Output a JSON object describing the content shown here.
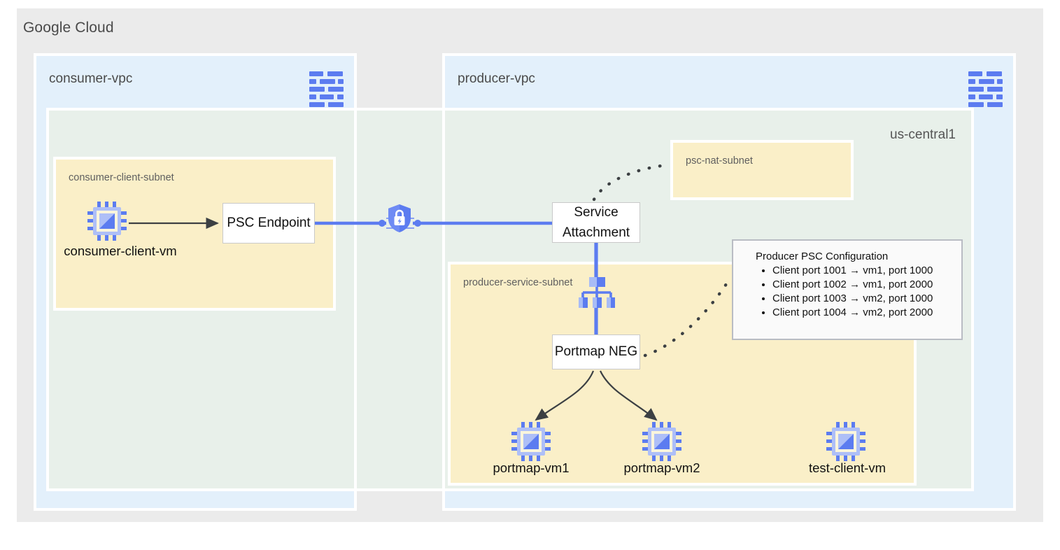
{
  "diagram": {
    "cloud_title": "Google Cloud",
    "region_label": "us-central1",
    "accent_blue": "#5c7cf0",
    "vpc_fill": "#e3f0fb",
    "region_fill": "#e8f0ea",
    "subnet_fill": "#faefc8",
    "canvas_fill": "#ebebeb"
  },
  "consumer": {
    "vpc_label": "consumer-vpc",
    "vpc_icon": "vpc-network-icon",
    "subnet_label": "consumer-client-subnet",
    "vm_label": "consumer-client-vm",
    "vm_icon": "vm-instance-icon",
    "endpoint_label": "PSC Endpoint"
  },
  "producer": {
    "vpc_label": "producer-vpc",
    "vpc_icon": "vpc-network-icon",
    "nat_subnet_label": "psc-nat-subnet",
    "service_subnet_label": "producer-service-subnet",
    "service_attachment_line1": "Service",
    "service_attachment_line2": "Attachment",
    "load_balancer_icon": "load-balancer-icon",
    "portmap_neg_label": "Portmap NEG",
    "vms": [
      {
        "label": "portmap-vm1",
        "icon": "vm-instance-icon"
      },
      {
        "label": "portmap-vm2",
        "icon": "vm-instance-icon"
      },
      {
        "label": "test-client-vm",
        "icon": "vm-instance-icon"
      }
    ]
  },
  "psc_link": {
    "icon": "private-service-connect-shield-lock-icon"
  },
  "config": {
    "title": "Producer PSC Configuration",
    "rules": [
      "Client port 1001 → vm1, port 1000",
      "Client port 1002 → vm1, port 2000",
      "Client port 1003 → vm2, port 1000",
      "Client port 1004 → vm2, port 2000"
    ]
  }
}
